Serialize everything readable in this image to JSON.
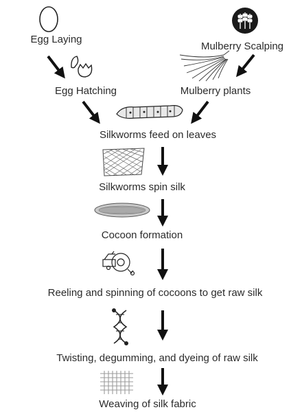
{
  "steps": {
    "egg_laying": "Egg Laying",
    "mulberry_scalping": "Mulberry Scalping",
    "egg_hatching": "Egg Hatching",
    "mulberry_plants": "Mulberry plants",
    "feed": "Silkworms feed on leaves",
    "spin": "Silkworms spin silk",
    "cocoon": "Cocoon formation",
    "reeling": "Reeling and spinning of cocoons to get raw silk",
    "twisting": "Twisting, degumming, and dyeing of raw silk",
    "weaving": "Weaving of silk fabric"
  },
  "icons": {
    "egg": "egg-icon",
    "wheat": "wheat-badge-icon",
    "hatched_egg": "hatched-egg-icon",
    "branches": "mulberry-branches-icon",
    "silkworm": "silkworm-icon",
    "net": "silk-net-icon",
    "cocoon": "cocoon-icon",
    "reel": "fishing-reel-icon",
    "dna": "dna-strand-icon",
    "weave": "woven-fabric-icon"
  },
  "colors": {
    "text": "#2a2a2a",
    "arrow": "#111111",
    "badge": "#1a1a1a"
  }
}
